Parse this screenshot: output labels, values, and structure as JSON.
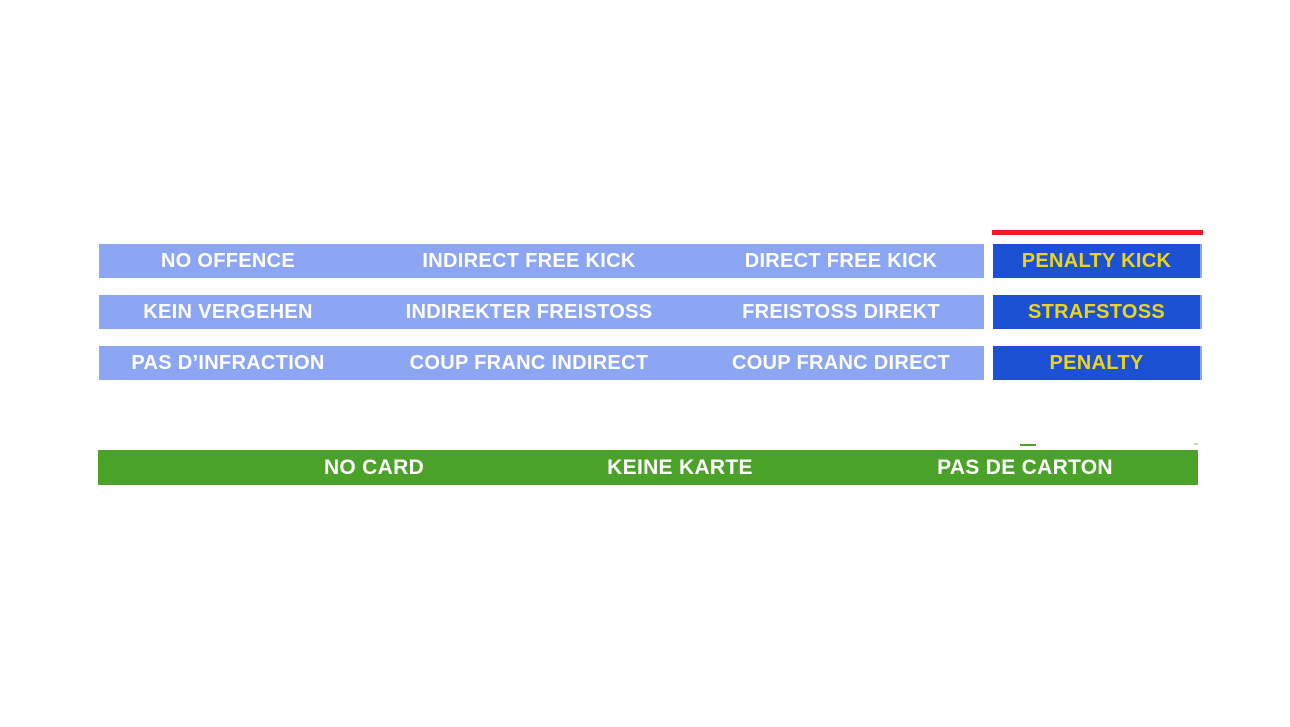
{
  "slide": {
    "description": "sanctions spectrum table with no-card bar"
  },
  "colors": {
    "light_blue": "#8da6f3",
    "royal_blue": "#1c51d4",
    "red_accent": "#ec1c24",
    "green": "#4ba229",
    "yellow_text": "#edd41c",
    "white_text": "#ffffff"
  },
  "table": {
    "rows": [
      {
        "language": "english",
        "cells": [
          "NO OFFENCE",
          "INDIRECT FREE KICK",
          "DIRECT FREE KICK"
        ],
        "penalty": "PENALTY KICK"
      },
      {
        "language": "german",
        "cells": [
          "KEIN VERGEHEN",
          "INDIREKTER FREISTOSS",
          "FREISTOSS DIREKT"
        ],
        "penalty": "STRAFSTOSS"
      },
      {
        "language": "french",
        "cells": [
          "PAS D’INFRACTION",
          "COUP FRANC INDIRECT",
          "COUP FRANC DIRECT"
        ],
        "penalty": "PENALTY"
      }
    ]
  },
  "card_bar": {
    "labels": [
      "NO CARD",
      "KEINE KARTE",
      "PAS DE CARTON"
    ]
  }
}
